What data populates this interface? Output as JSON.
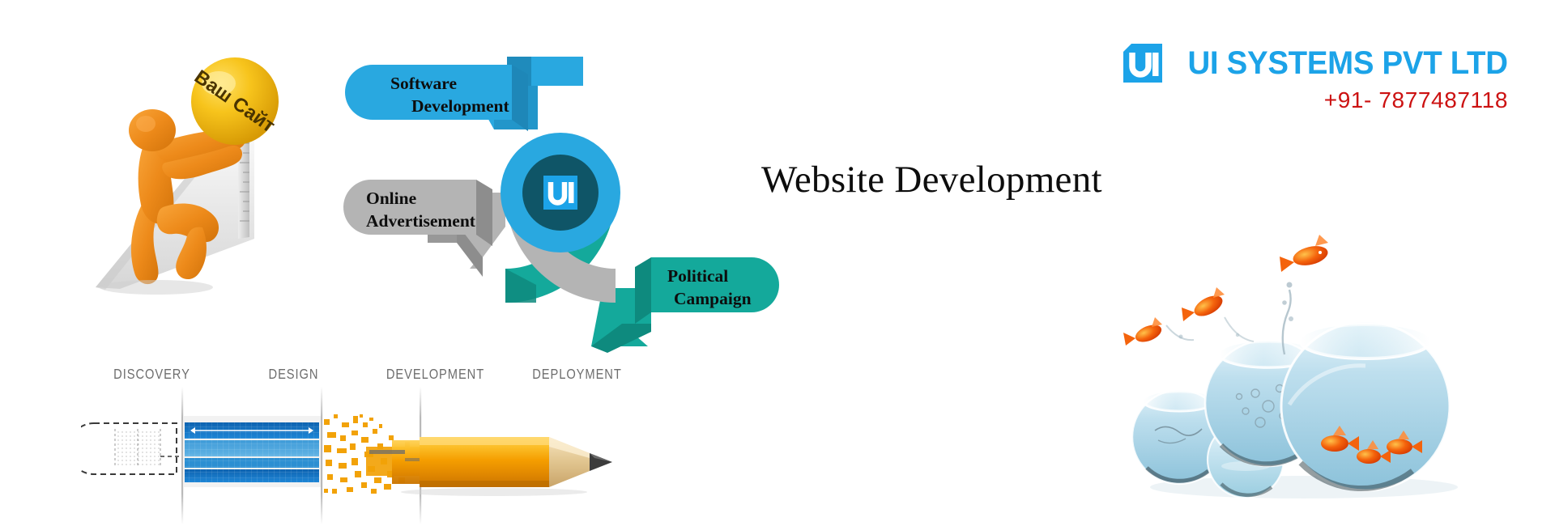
{
  "banner": {
    "background_color": "#ffffff",
    "main_title": "Website Development"
  },
  "brand": {
    "logo_icon": "ui-square-logo-icon",
    "name": "UI SYSTEMS PVT LTD",
    "phone": "+91- 7877487118",
    "name_color": "#1CA3E8",
    "phone_color": "#CC1111",
    "logo_color": "#1CA3E8"
  },
  "service_wheel": {
    "center_icon": "ui-logo-icon",
    "center_label": "UI",
    "center_circle_color": "#0F5567",
    "center_mark_color": "#1CA3E8",
    "arcs": [
      {
        "name": "software-development-arc",
        "color": "#29A8E0"
      },
      {
        "name": "online-advertisement-arc",
        "color": "#B4B4B4"
      },
      {
        "name": "political-campaign-arc",
        "color": "#14A99B"
      }
    ],
    "callouts": [
      {
        "id": "software-development",
        "line1": "Software",
        "line2": "Development",
        "color": "#29A8E0",
        "shade": "#1E87B8"
      },
      {
        "id": "online-advertisement",
        "line1": "Online",
        "line2": "Advertisement",
        "color": "#B4B4B4",
        "shade": "#8D8D8D"
      },
      {
        "id": "political-campaign",
        "line1": "Political",
        "line2": "Campaign",
        "color": "#14A99B",
        "shade": "#0E8A7E"
      }
    ]
  },
  "process": {
    "phases": [
      {
        "label": "DISCOVERY"
      },
      {
        "label": "DESIGN"
      },
      {
        "label": "DEVELOPMENT"
      },
      {
        "label": "DEPLOYMENT"
      }
    ],
    "illustration": "pencil-transformation-graphic",
    "wireframe_color": "#444444",
    "blueprint_color": "#1272BE",
    "pencil_color": "#F5A200"
  },
  "climber": {
    "illustration": "person-pushing-ball-uphill",
    "ball_label": "Ваш Сайт",
    "figure_color": "#ED8A1A",
    "ball_color": "#F5BE14"
  },
  "fishbowls": {
    "illustration": "goldfish-jumping-between-bowls",
    "fish_color": "#F4630C",
    "water_color": "#AFD7E8"
  }
}
